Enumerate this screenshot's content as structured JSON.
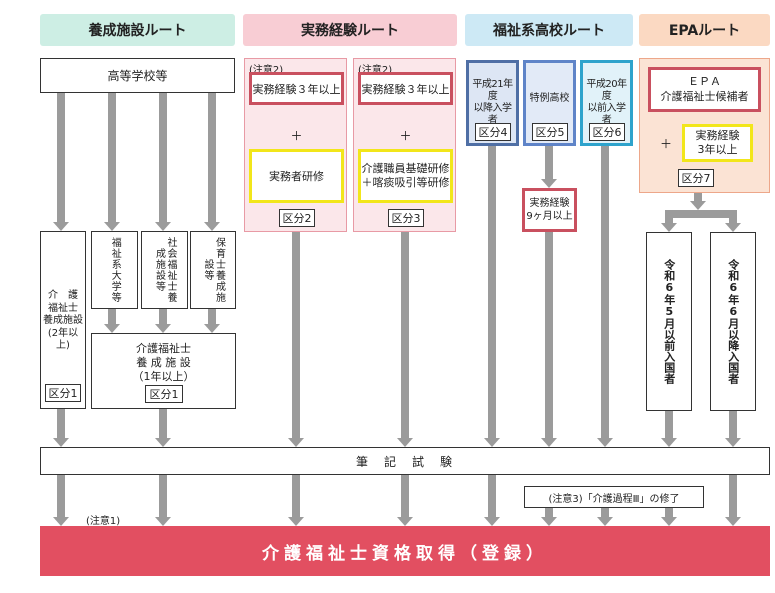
{
  "headers": {
    "yosei": "養成施設ルート",
    "jitsumu": "実務経験ルート",
    "fukushi": "福祉系高校ルート",
    "epa": "EPAルート"
  },
  "colors": {
    "yosei_header": "#cdeee4",
    "jitsumu_header": "#f8cdd4",
    "fukushi_header": "#cde9f5",
    "epa_header": "#fbd9c2",
    "result_bar": "#e24f61",
    "arrow": "#9b9b9b"
  },
  "yosei": {
    "high_school": "高等学校等",
    "kaigo_school": "介　護\n福祉士\n養成施設\n(2年以上)",
    "fukushi_univ": "福祉系大学等",
    "shakai_fukushi": "社会福祉士養成施設等",
    "hoiku": "保育士養成施設等",
    "kaigo_school_1yr": "介護福祉士\n養 成 施 設\n（1年以上）",
    "kubun1a": "区分1",
    "kubun1b": "区分1"
  },
  "jitsumu": {
    "note_a": "(注意2)",
    "exp_a": "実務経験３年以上",
    "plus_a": "＋",
    "training_a": "実務者研修",
    "kubun2": "区分2",
    "note_b": "(注意2)",
    "exp_b": "実務経験３年以上",
    "plus_b": "＋",
    "training_b": "介護職員基礎研修\n＋喀痰吸引等研修",
    "kubun3": "区分3"
  },
  "fukushi": {
    "h21": "平成21年度\n以降入学者",
    "kubun4": "区分4",
    "tokurei": "特例高校",
    "kubun5": "区分5",
    "h20": "平成20年度\n以前入学者",
    "kubun6": "区分6",
    "exp9": "実務経験\n9ヶ月以上"
  },
  "epa": {
    "candidate": "ＥＰＡ\n介護福祉士候補者",
    "plus": "＋",
    "exp3": "実務経験\n3年以上",
    "kubun7": "区分7",
    "before": "令和6年5月以前入国者",
    "after": "令和6年6月以降入国者"
  },
  "exam": "筆　記　試　験",
  "note3": "(注意3)「介護過程Ⅲ」の修了",
  "note1": "(注意1)",
  "result": "介護福祉士資格取得（登録）"
}
